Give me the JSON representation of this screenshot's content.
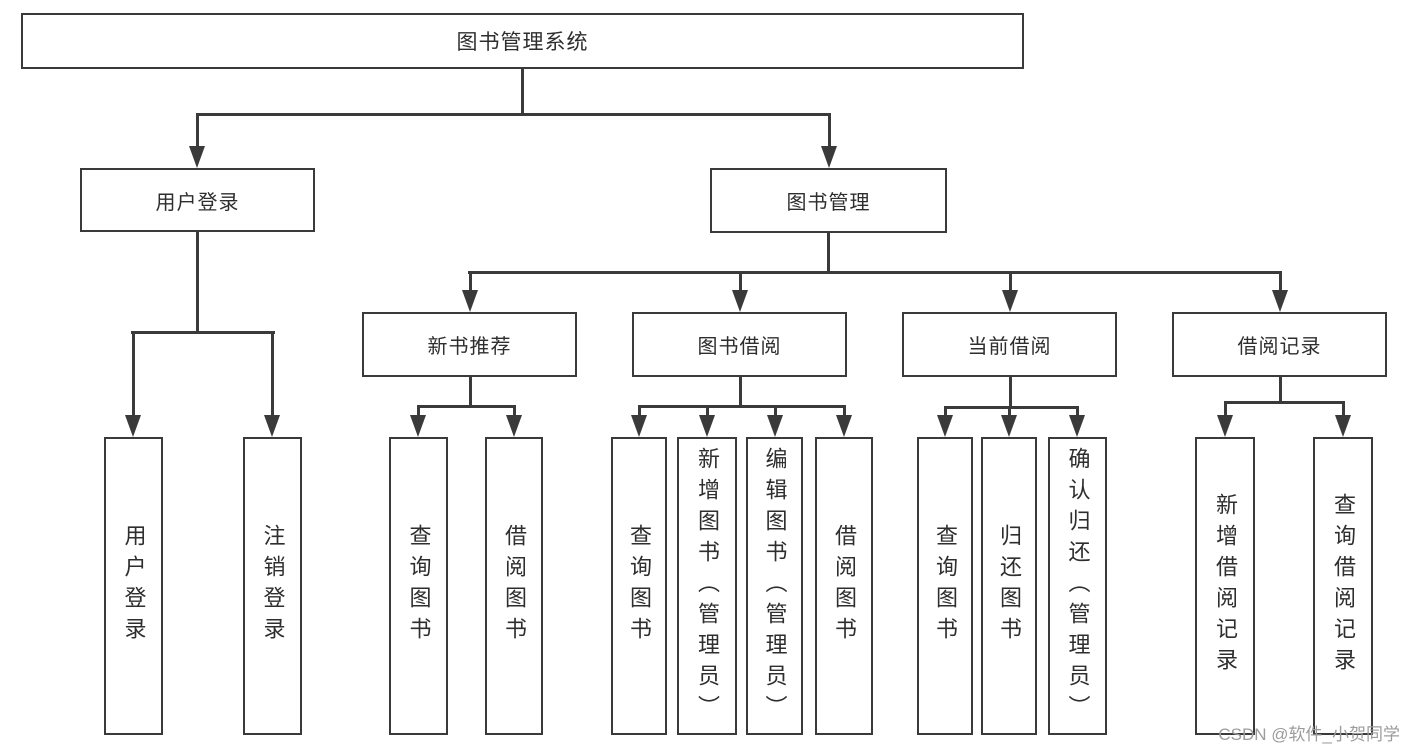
{
  "diagram_title": "图书管理系统",
  "nodes": {
    "root": "图书管理系统",
    "user_login": "用户登录",
    "book_mgmt": "图书管理",
    "new_book_rec": "新书推荐",
    "book_borrow": "图书借阅",
    "current_borrow": "当前借阅",
    "borrow_records": "借阅记录",
    "ul_children": [
      "用户登录",
      "注销登录"
    ],
    "nb_children": [
      "查询图书",
      "借阅图书"
    ],
    "bb_children": [
      "查询图书",
      "新增图书（管理员）",
      "编辑图书（管理员）",
      "借阅图书"
    ],
    "cb_children": [
      "查询图书",
      "归还图书",
      "确认归还（管理员）"
    ],
    "br_children": [
      "新增借阅记录",
      "查询借阅记录"
    ]
  },
  "watermark": "CSDN @软件_小贺同学",
  "colors": {
    "line": "#3a3a3a",
    "box_border": "#3a3a3a",
    "box_fill": "#ffffff",
    "text": "#2e2e2e",
    "watermark": "#9c9c9c"
  }
}
